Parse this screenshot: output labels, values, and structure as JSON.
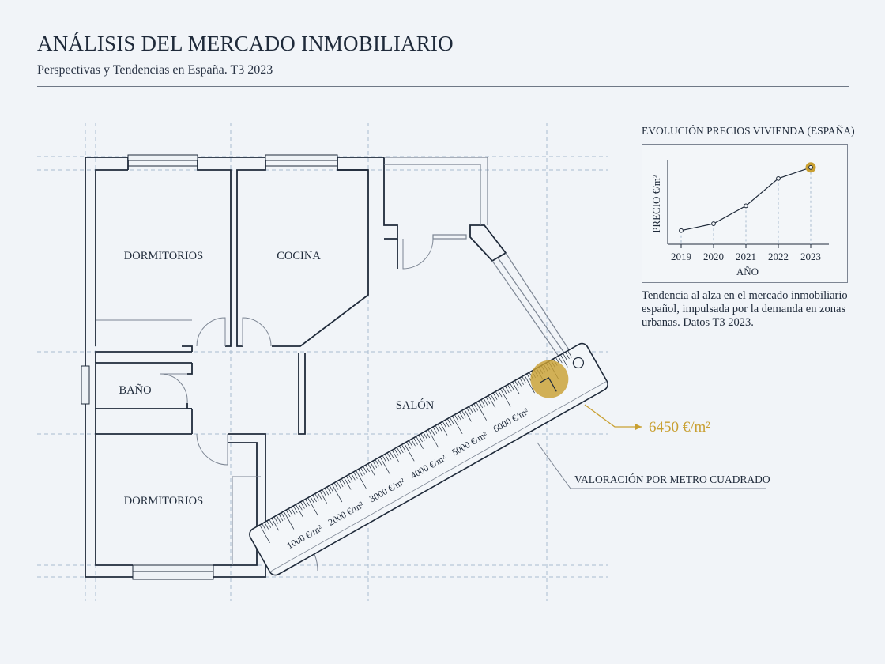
{
  "header": {
    "title": "ANÁLISIS DEL MERCADO INMOBILIARIO",
    "subtitle": "Perspectivas y Tendencias en España. T3 2023"
  },
  "floorplan": {
    "rooms": [
      "DORMITORIOS",
      "COCINA",
      "BAÑO",
      "SALÓN",
      "DORMITORIOS"
    ]
  },
  "ruler": {
    "ticks": [
      "1000 €/m²",
      "2000 €/m²",
      "3000 €/m²",
      "4000 €/m²",
      "5000 €/m²",
      "6000 €/m²"
    ],
    "value_label": "6450 €/m²",
    "value": 6450,
    "annotation": "VALORACIÓN POR METRO CUADRADO"
  },
  "chart_data": {
    "type": "line",
    "title": "EVOLUCIÓN PRECIOS VIVIENDA (ESPAÑA)",
    "xlabel": "AÑO",
    "ylabel": "PRECIO €/m²",
    "categories": [
      "2019",
      "2020",
      "2021",
      "2022",
      "2023"
    ],
    "series": [
      {
        "values": [
          1.6,
          2.4,
          4.5,
          7.7,
          9.0
        ]
      }
    ],
    "ylim": [
      0,
      10
    ],
    "highlight": "2023",
    "caption": "Tendencia al alza en el mercado inmobiliario español, impulsada por la demanda en zonas urbanas. Datos T3 2023."
  },
  "colors": {
    "accent": "#c9a032",
    "ink": "#1f2a3a",
    "grid": "#a9bcd0",
    "background": "#f1f4f8"
  }
}
